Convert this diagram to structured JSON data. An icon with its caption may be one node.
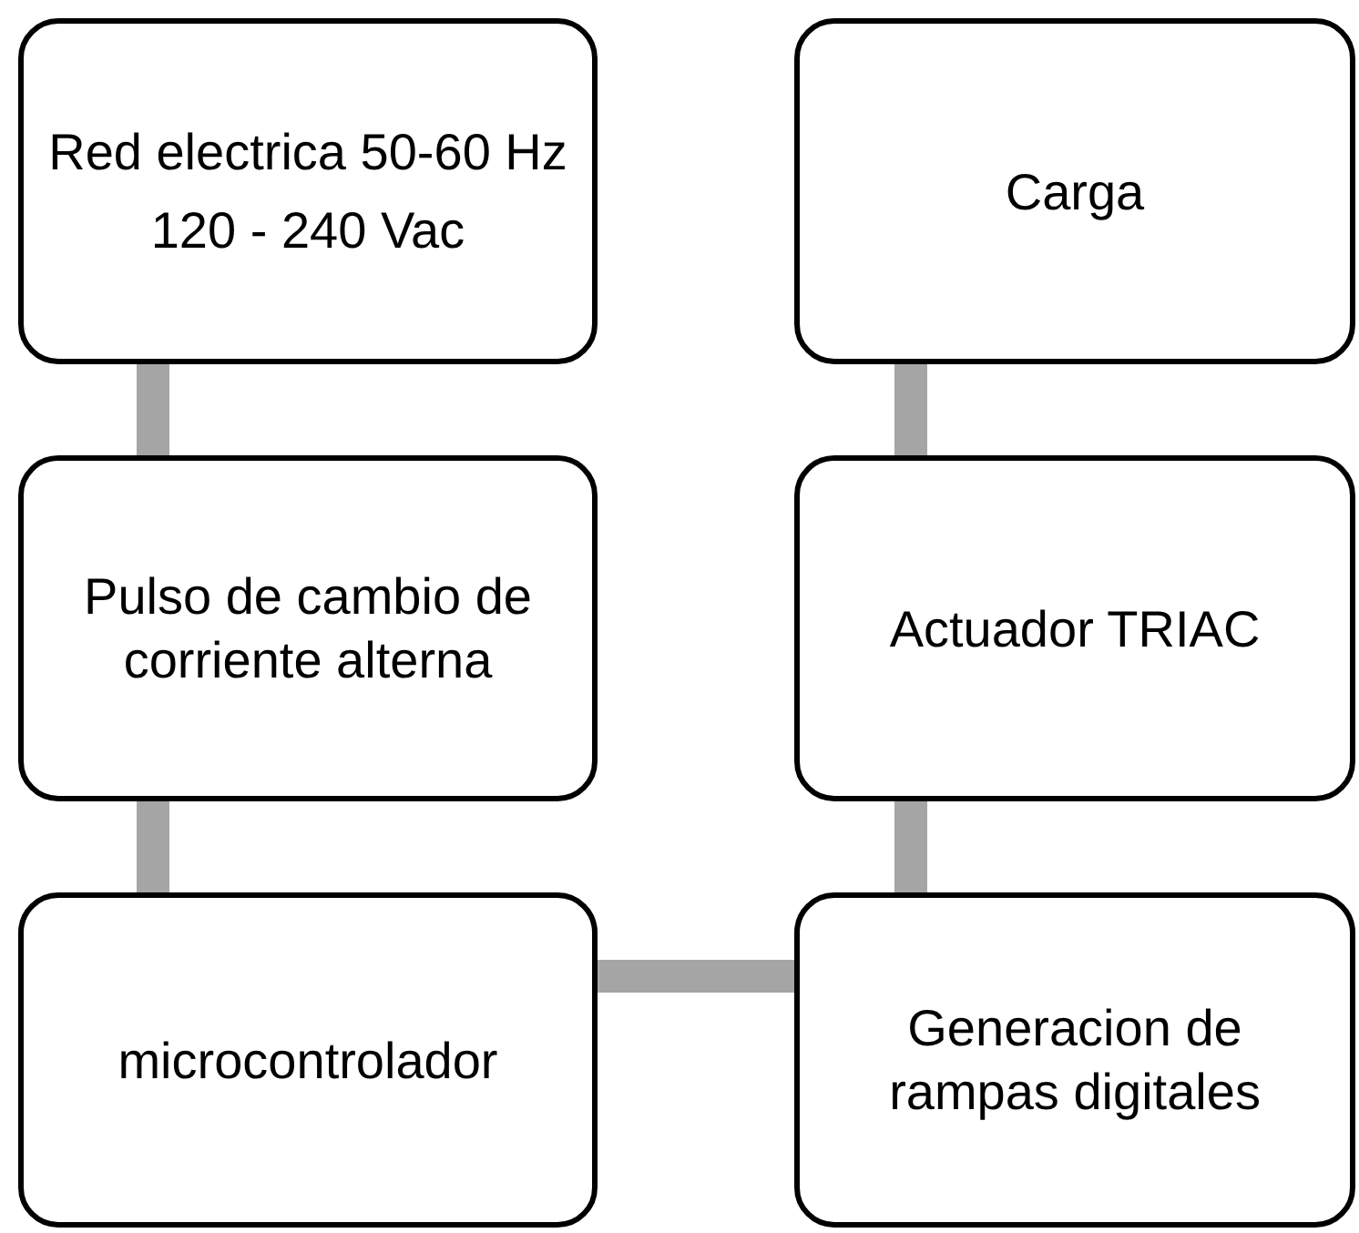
{
  "diagram": {
    "nodes": [
      {
        "text": [
          "Red electrica 50-60 Hz",
          "120 - 240 Vac"
        ]
      },
      {
        "text": [
          "Pulso de cambio de corriente alterna"
        ]
      },
      {
        "text": [
          "microcontrolador"
        ]
      },
      {
        "text": [
          "Generacion de rampas digitales"
        ]
      },
      {
        "text": [
          "Actuador TRIAC"
        ]
      },
      {
        "text": [
          "Carga"
        ]
      }
    ],
    "edges": [
      {
        "from": 0,
        "to": 1,
        "arrow": "none"
      },
      {
        "from": 1,
        "to": 2,
        "arrow": "none"
      },
      {
        "from": 2,
        "to": 3,
        "arrow": "none"
      },
      {
        "from": 3,
        "to": 4,
        "arrow": "none"
      },
      {
        "from": 4,
        "to": 5,
        "arrow": "none"
      }
    ]
  }
}
